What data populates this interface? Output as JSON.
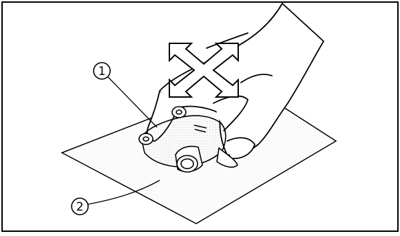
{
  "figure": {
    "callouts": [
      {
        "number": "1",
        "meaning": "part-housing"
      },
      {
        "number": "2",
        "meaning": "sandpaper-sheet"
      }
    ],
    "arrow_symbol": "four-way-arrow-icon"
  }
}
